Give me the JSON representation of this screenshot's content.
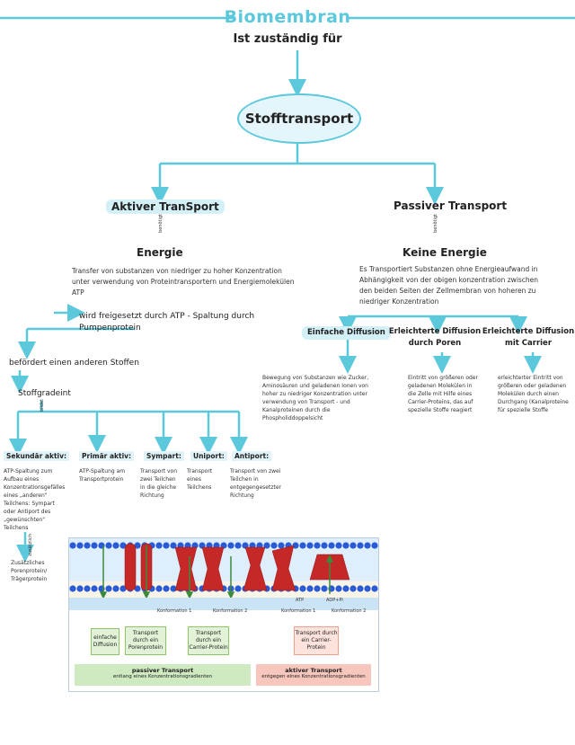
{
  "colors": {
    "accent": "#5bc8dc",
    "passive_green": "#cfe9c0",
    "active_red": "#f7c6bd",
    "protein_red": "#c62828"
  },
  "title": "Biomembran",
  "subtitle": "Ist zuständig für",
  "center": "Stofftransport",
  "active": {
    "heading": "Aktiver TranSport",
    "benoetigt": "benötigt",
    "energy": "Energie",
    "desc": "Transfer von substanzen von niedriger zu hoher Konzentration unter verwendung von Proteintransportern und Energiemolekülen ATP",
    "atp_note": "wird freigesetzt durch ATP - Spaltung durch",
    "pump": "Pumpenprotein",
    "befoerdert": "befördert einen anderen Stoffen",
    "gradient": "Stoffgradeint",
    "bildet": "bildet",
    "types": [
      {
        "label": "Sekundär aktiv:",
        "desc": "ATP-Spaltung zum Aufbau eines Konzentrationsgefälles eines „anderen\" Teilchens: Sympart oder Antiport des „gewünschten\" Teilchens"
      },
      {
        "label": "Primär aktiv:",
        "desc": "ATP-Spaltung am Transportprotein"
      },
      {
        "label": "Sympart:",
        "desc": "Transport von zwei Teilchen in die gleiche Richtung"
      },
      {
        "label": "Uniport:",
        "desc": "Transport eines Teilchens"
      },
      {
        "label": "Antiport:",
        "desc": "Transport von zwei Teilchen in entgegengesetzter Richtung"
      }
    ],
    "zusaetzlich_label": "zusätzlich",
    "zusaetzlich": "Zusätzliches Porenprotein/ Trägerprotein"
  },
  "passive": {
    "heading": "Passiver Transport",
    "benoetigt": "benötigt",
    "energy": "Keine Energie",
    "desc": "Es Transportiert Substanzen ohne Energieaufwand in Abhängigkeit von der obigen konzentration zwischen den beiden Seiten der Zellmembran von hoheren zu niedriger Konzentration",
    "types": [
      {
        "label": "Einfache Diffusion",
        "desc": "Bewegung von Substanzen wie Zucker, Aminosäuren und geladenen Ionen von hoher zu niedriger Konzentration unter verwendung von Transport - und Kanalproteinen durch die Phospholiddoppelsicht"
      },
      {
        "label": "Erleichterte Diffusion durch Poren",
        "desc": "Eintritt von größeren oder geladenen Molekülen in die Zelle mit Hilfe eines Carrier-Proteins, das auf spezielle Stoffe reagiert"
      },
      {
        "label": "Erleichterte Diffusion mit Carrier",
        "desc": "erleichterter Eintritt von größeren oder geladenen Molekülen durch einen Durchgang (Kanalproteine für spezielle Stoffe"
      }
    ]
  },
  "figure": {
    "konf1": "Konformation 1",
    "konf2": "Konformation 2",
    "atp": "ATP",
    "adp": "ADP+Pi",
    "boxes": [
      "einfache Diffusion",
      "Transport durch ein Porenprotein",
      "Transport durch ein Carrier-Protein",
      "Transport durch ein Carrier-Protein"
    ],
    "passive_title": "passiver Transport",
    "passive_sub": "entlang eines Konzentrationsgradienten",
    "active_title": "aktiver Transport",
    "active_sub": "entgegen eines Konzentrationsgradienten"
  }
}
